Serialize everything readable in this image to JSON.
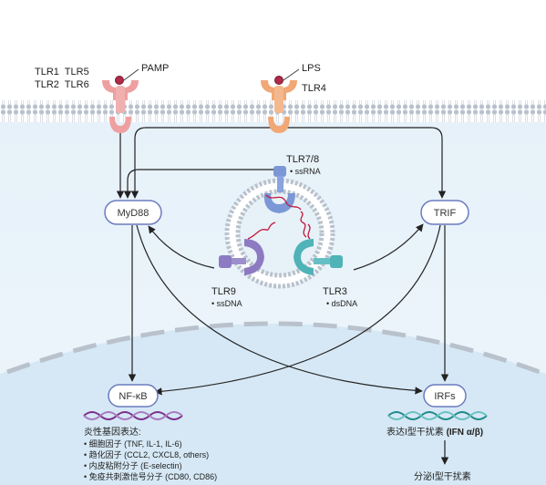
{
  "receptors": {
    "tlr_group_line1": "TLR1  TLR5",
    "tlr_group_line2": "TLR2  TLR6",
    "pamp": "PAMP",
    "lps": "LPS",
    "tlr4": "TLR4",
    "tlr78": "TLR7/8",
    "tlr78_ligand": "• ssRNA",
    "tlr9": "TLR9",
    "tlr9_ligand": "• ssDNA",
    "tlr3": "TLR3",
    "tlr3_ligand": "• dsDNA"
  },
  "nodes": {
    "myd88": "MyD88",
    "trif": "TRIF",
    "nfkb": "NF-κB",
    "irfs": "IRFs"
  },
  "inflammatory": {
    "title": "炎性基因表达:",
    "items": [
      "• 细胞因子 (TNF, IL-1, IL-6)",
      "• 趋化因子 (CCL2, CXCL8, others)",
      "• 内皮粘附分子 (E-selectin)",
      "• 免疫共刺激信号分子 (CD80, CD86)"
    ]
  },
  "interferon": {
    "expression_prefix": "表达I型干扰素 ",
    "expression_bold": "(IFN α/β)",
    "secretion": "分泌I型干扰素"
  },
  "colors": {
    "cytoplasm": "#eaf4fb",
    "nucleus": "#dcecf8",
    "tlr_red": "#eea0a0",
    "tlr4_orange": "#f1a876",
    "tlr78_blue": "#7b97d6",
    "tlr9_purple": "#8c7bc2",
    "tlr3_teal": "#4fb3b7",
    "dna_purple": "#7b2f8e",
    "dna_teal": "#1f8a8a",
    "node_border": "#6b7bbf"
  }
}
